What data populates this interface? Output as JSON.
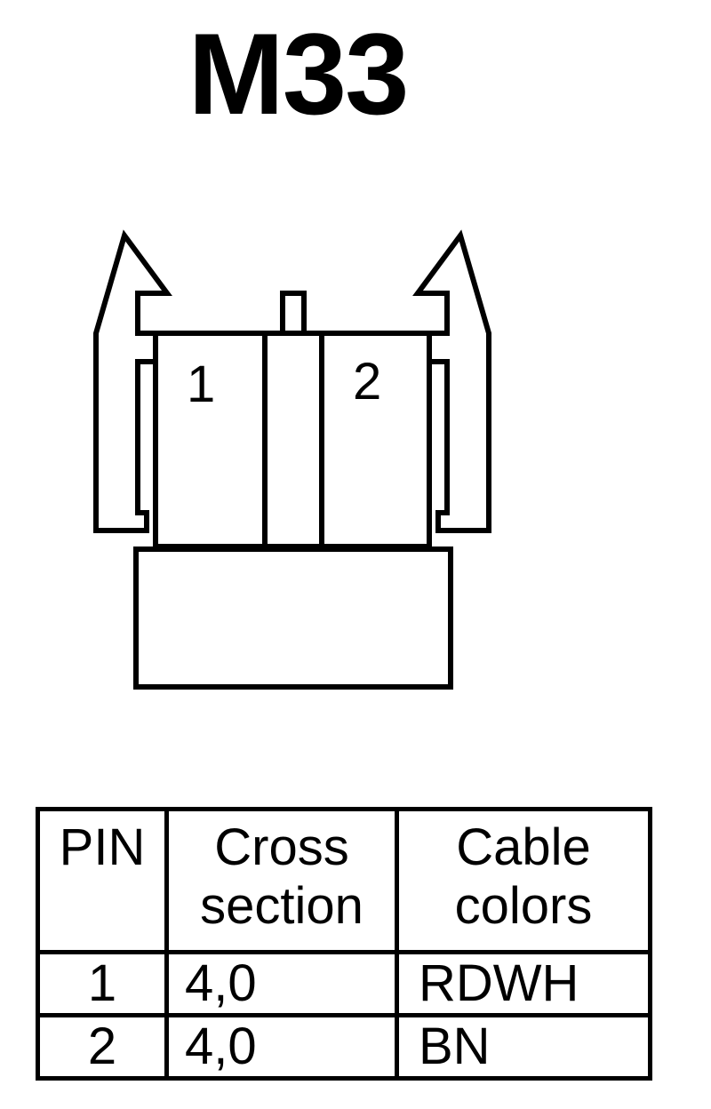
{
  "title": "M33",
  "diagram": {
    "pin_labels": [
      "1",
      "2"
    ]
  },
  "table": {
    "headers": {
      "pin": "PIN",
      "cross_line1": "Cross",
      "cross_line2": "section",
      "color_line1": "Cable",
      "color_line2": "colors"
    },
    "rows": [
      {
        "pin": "1",
        "cross_section": "4,0",
        "color": "RDWH"
      },
      {
        "pin": "2",
        "cross_section": "4,0",
        "color": "BN"
      }
    ]
  }
}
